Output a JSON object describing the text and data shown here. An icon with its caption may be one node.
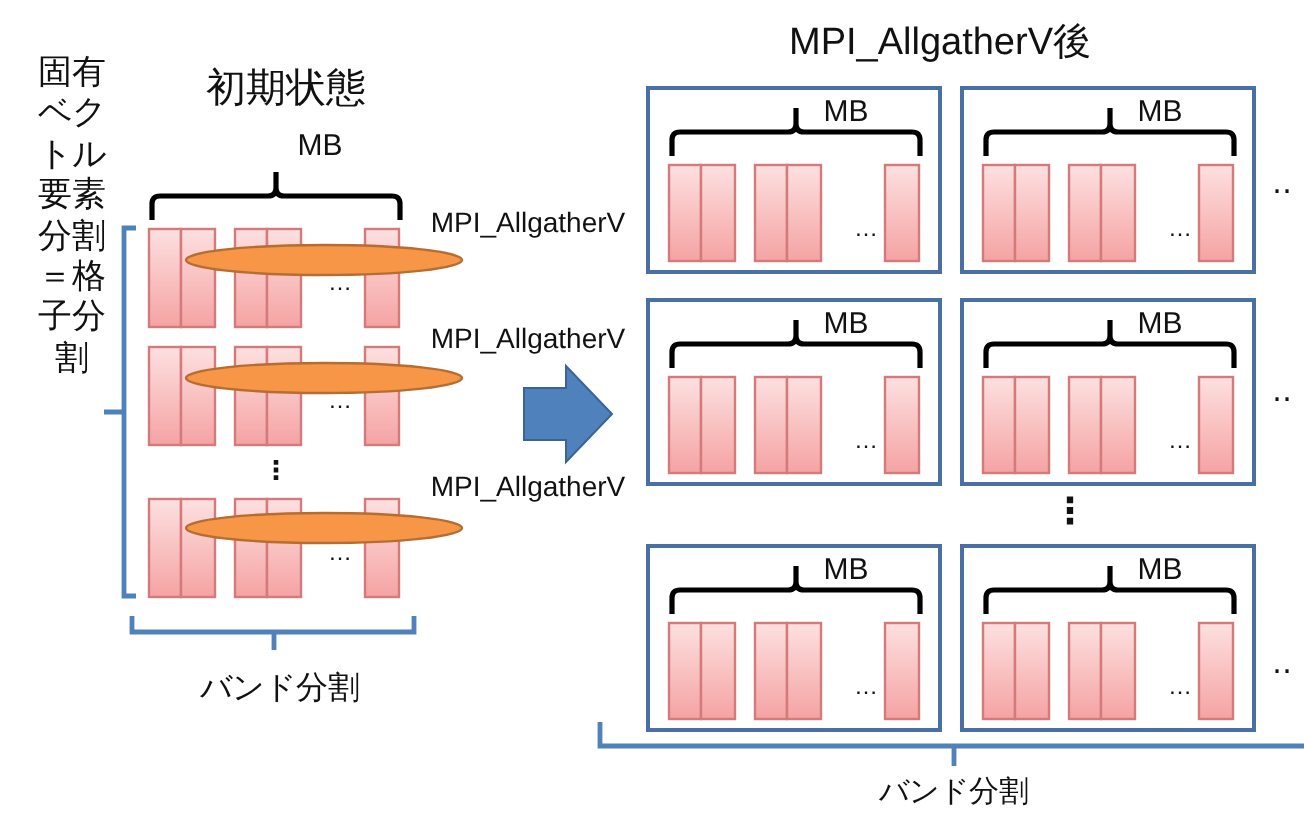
{
  "diagram": {
    "nodes": [
      {
        "text": [],
        "shape": "ellipse"
      },
      {
        "text": [],
        "shape": "ellipse"
      },
      {
        "text": [],
        "shape": "ellipse"
      },
      {
        "text": [
          "MB",
          "…"
        ]
      },
      {
        "text": [
          "MB",
          "…"
        ]
      },
      {
        "text": [
          "MB",
          "…"
        ]
      },
      {
        "text": [
          "MB",
          "…"
        ]
      },
      {
        "text": [
          "MB",
          "…"
        ]
      },
      {
        "text": [
          "MB",
          "…"
        ]
      }
    ],
    "labels": [
      "固有ベクトル要素分割＝格子分割",
      "初期状態",
      "MB",
      "MPI_AllgatherV",
      "…",
      "MPI_AllgatherV",
      "…",
      "⋮",
      "MPI_AllgatherV",
      "…",
      "バンド分割",
      "MPI_AllgatherV後",
      "‥",
      "‥",
      "⋮",
      "‥",
      "バンド分割"
    ]
  }
}
